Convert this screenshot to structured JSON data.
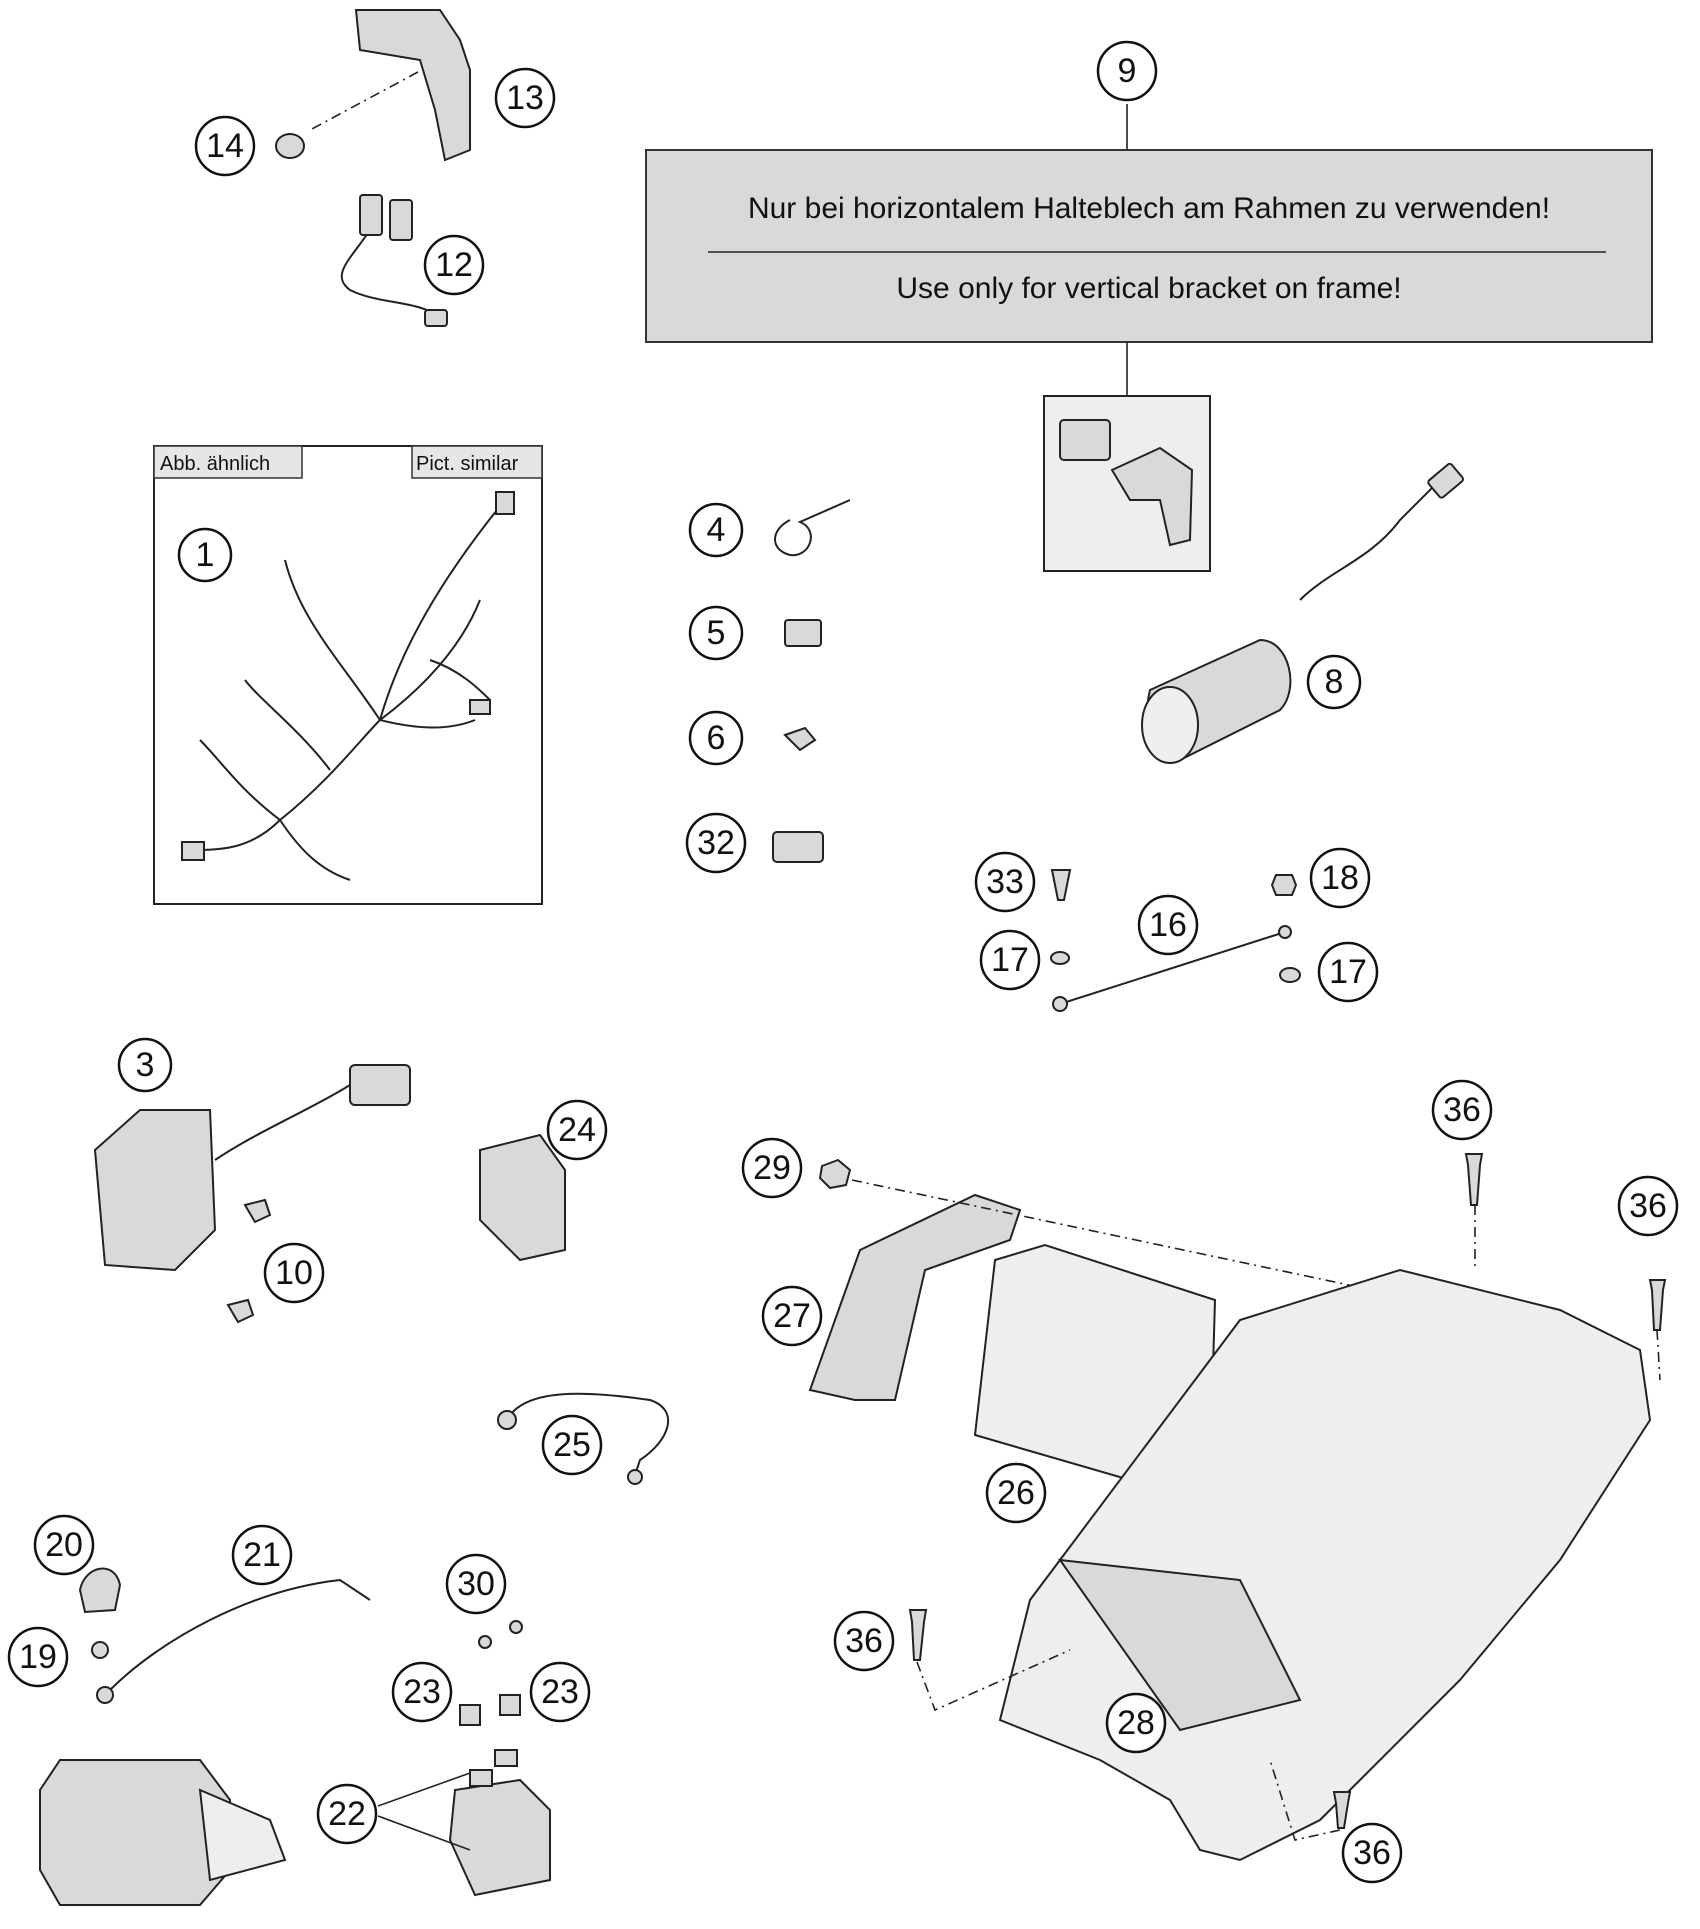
{
  "note": {
    "line_de": "Nur bei horizontalem Halteblech am Rahmen zu verwenden!",
    "line_en": "Use only for vertical bracket on frame!"
  },
  "harness_box": {
    "tag_left": "Abb. ähnlich",
    "tag_right": "Pict. similar"
  },
  "callouts": {
    "c1": "1",
    "c3": "3",
    "c4": "4",
    "c5": "5",
    "c6": "6",
    "c8": "8",
    "c9": "9",
    "c10": "10",
    "c12": "12",
    "c13": "13",
    "c14": "14",
    "c16": "16",
    "c17a": "17",
    "c17b": "17",
    "c18": "18",
    "c19": "19",
    "c20": "20",
    "c21": "21",
    "c22": "22",
    "c23a": "23",
    "c23b": "23",
    "c24": "24",
    "c25": "25",
    "c26": "26",
    "c27": "27",
    "c28": "28",
    "c29": "29",
    "c30": "30",
    "c32": "32",
    "c33": "33",
    "c36a": "36",
    "c36b": "36",
    "c36c": "36",
    "c36d": "36"
  }
}
